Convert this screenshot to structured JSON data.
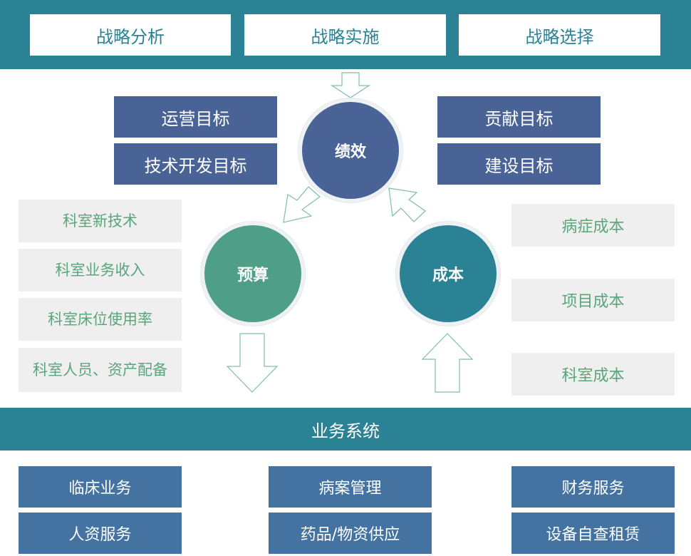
{
  "strategy": [
    "战略分析",
    "战略实施",
    "战略选择"
  ],
  "goals_left": [
    "运营目标",
    "技术开发目标"
  ],
  "goals_right": [
    "贡献目标",
    "建设目标"
  ],
  "circles": {
    "performance": "绩效",
    "budget": "预算",
    "cost": "成本"
  },
  "budget_items": [
    "科室新技术",
    "科室业务收入",
    "科室床位使用率",
    "科室人员、资产配备"
  ],
  "cost_items": [
    "病症成本",
    "项目成本",
    "科室成本"
  ],
  "business_system": "业务系统",
  "services": [
    [
      "临床业务",
      "人资服务"
    ],
    [
      "病案管理",
      "药品/物资供应"
    ],
    [
      "财务服务",
      "设备自查租赁"
    ]
  ],
  "colors": {
    "teal": "#2a8294",
    "navy": "#4a6396",
    "green_circle": "#4f9e86",
    "service_blue": "#4472a1",
    "green_text": "#5aa67c",
    "light_box": "#efefef"
  }
}
